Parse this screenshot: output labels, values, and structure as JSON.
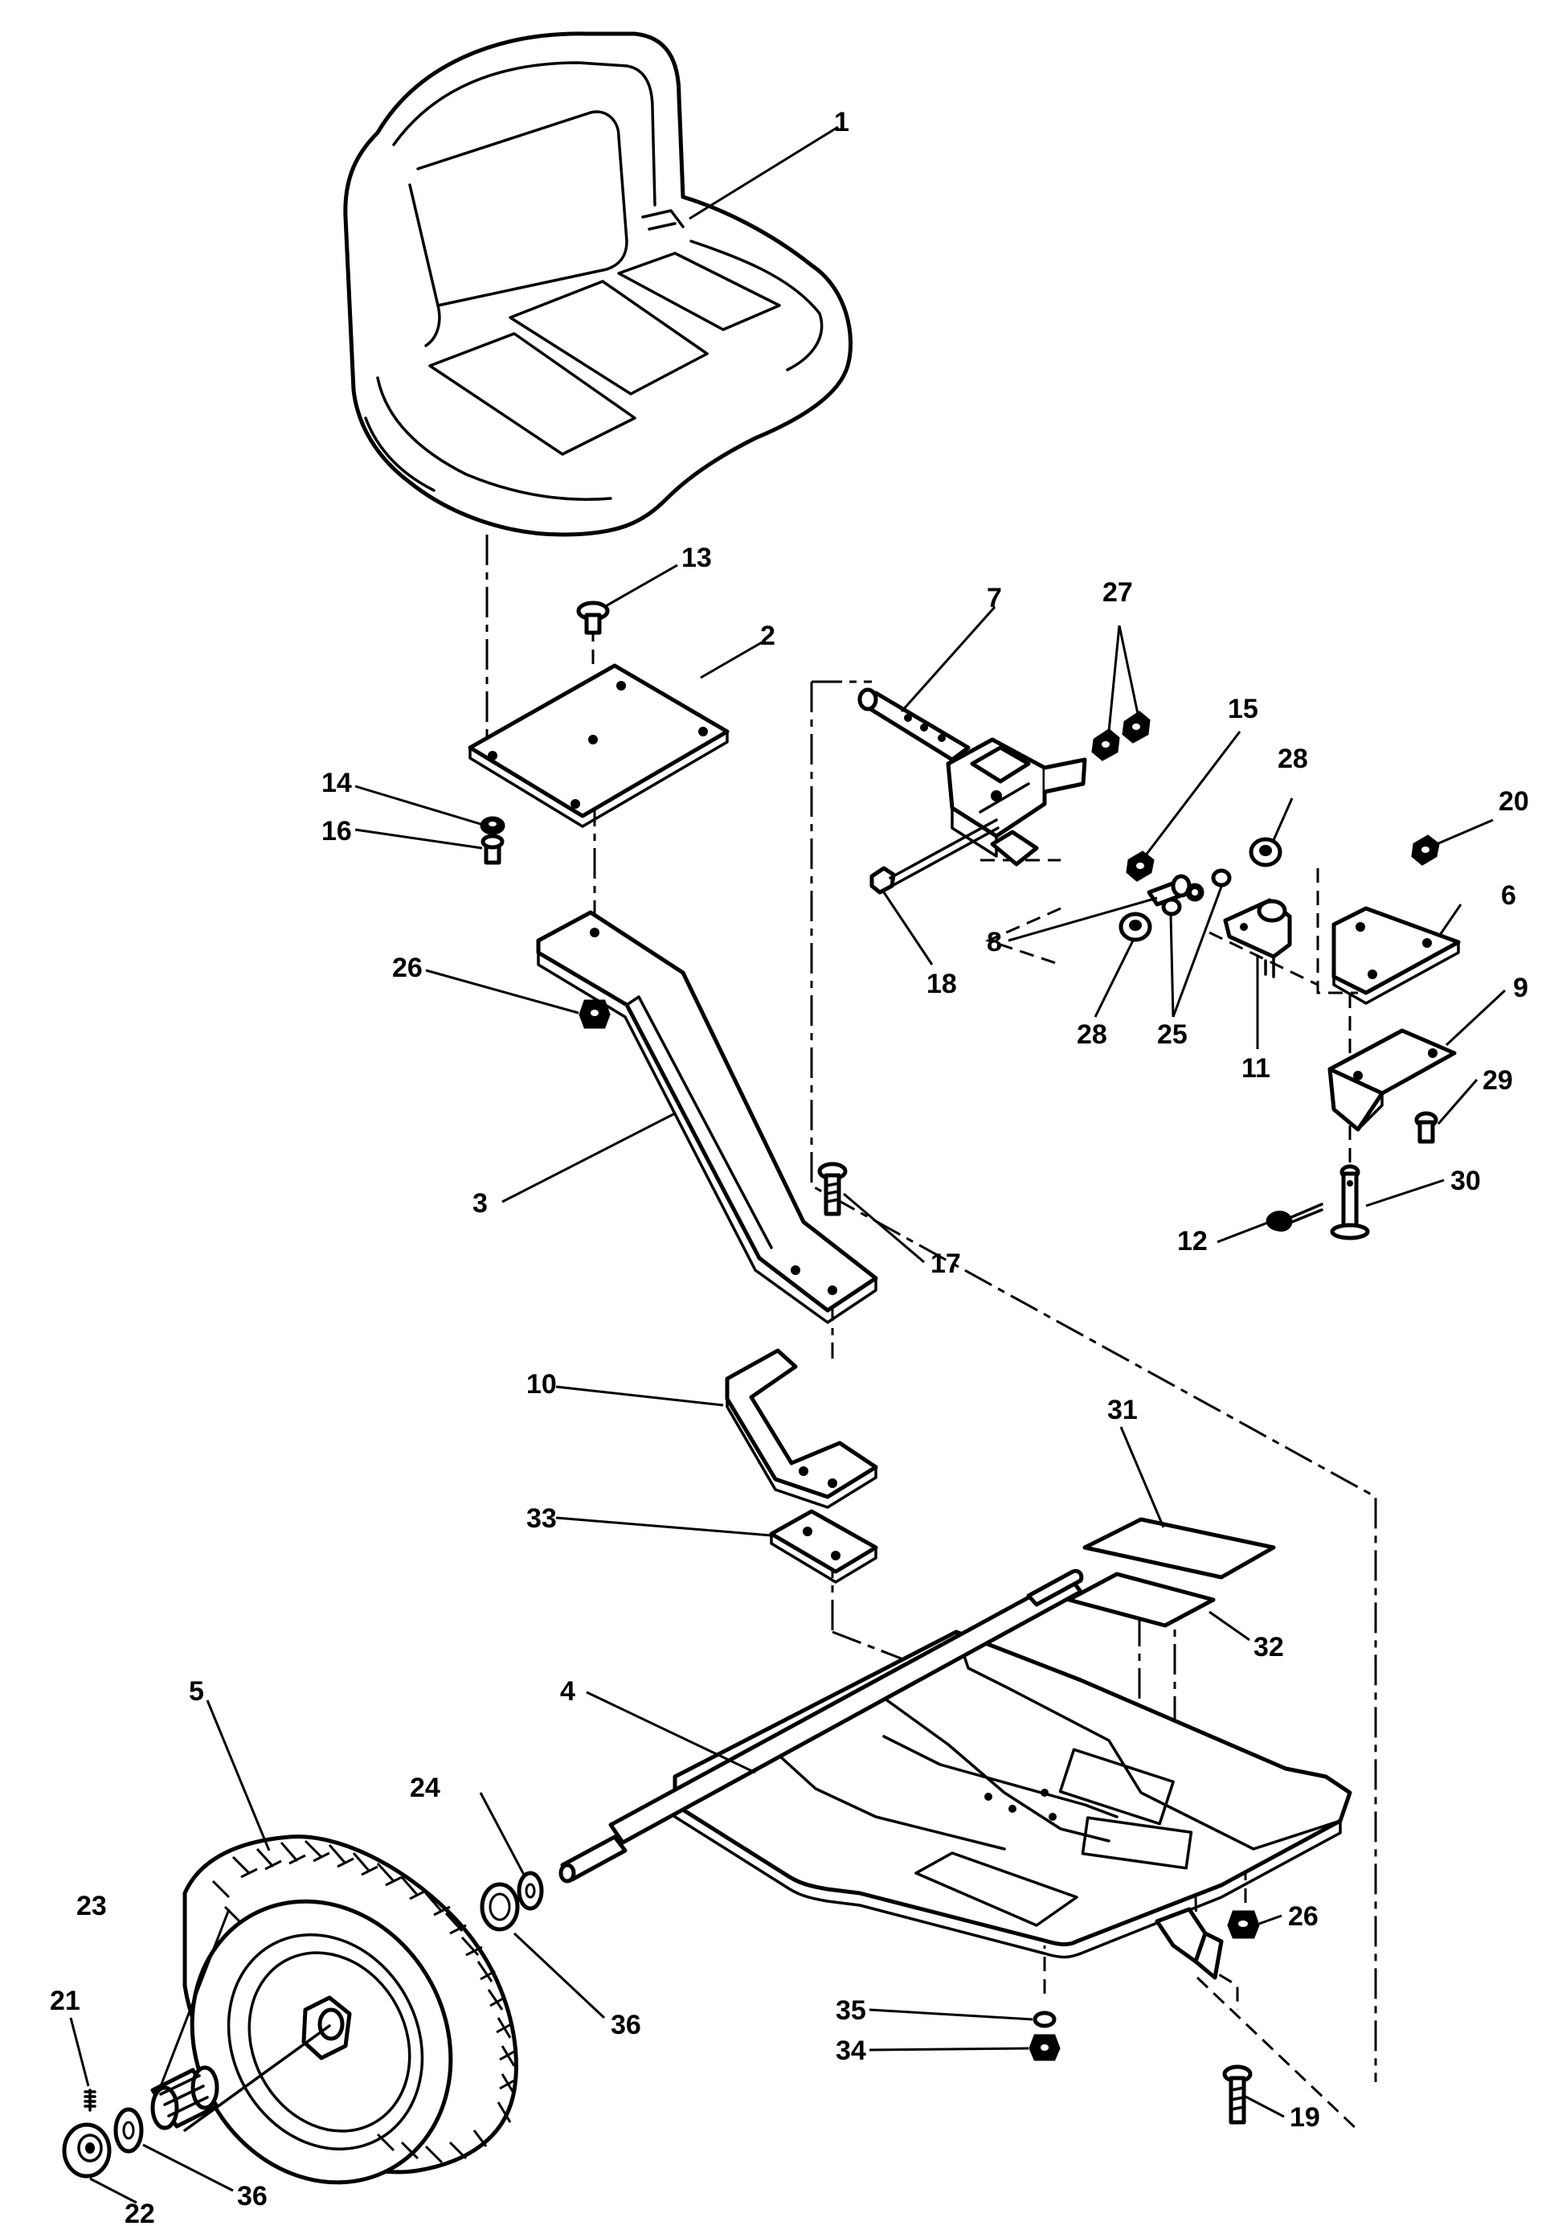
{
  "diagram": {
    "callouts": [
      {
        "id": "c1",
        "label": "1"
      },
      {
        "id": "c2",
        "label": "2"
      },
      {
        "id": "c3",
        "label": "3"
      },
      {
        "id": "c4",
        "label": "4"
      },
      {
        "id": "c5",
        "label": "5"
      },
      {
        "id": "c6",
        "label": "6"
      },
      {
        "id": "c7",
        "label": "7"
      },
      {
        "id": "c8",
        "label": "8"
      },
      {
        "id": "c9",
        "label": "9"
      },
      {
        "id": "c10",
        "label": "10"
      },
      {
        "id": "c11",
        "label": "11"
      },
      {
        "id": "c12",
        "label": "12"
      },
      {
        "id": "c13",
        "label": "13"
      },
      {
        "id": "c14",
        "label": "14"
      },
      {
        "id": "c15",
        "label": "15"
      },
      {
        "id": "c16",
        "label": "16"
      },
      {
        "id": "c17",
        "label": "17"
      },
      {
        "id": "c18",
        "label": "18"
      },
      {
        "id": "c19",
        "label": "19"
      },
      {
        "id": "c20",
        "label": "20"
      },
      {
        "id": "c21",
        "label": "21"
      },
      {
        "id": "c22",
        "label": "22"
      },
      {
        "id": "c23",
        "label": "23"
      },
      {
        "id": "c24",
        "label": "24"
      },
      {
        "id": "c25",
        "label": "25"
      },
      {
        "id": "c26a",
        "label": "26"
      },
      {
        "id": "c26b",
        "label": "26"
      },
      {
        "id": "c27",
        "label": "27"
      },
      {
        "id": "c28a",
        "label": "28"
      },
      {
        "id": "c28b",
        "label": "28"
      },
      {
        "id": "c29",
        "label": "29"
      },
      {
        "id": "c30",
        "label": "30"
      },
      {
        "id": "c31",
        "label": "31"
      },
      {
        "id": "c32",
        "label": "32"
      },
      {
        "id": "c33",
        "label": "33"
      },
      {
        "id": "c34",
        "label": "34"
      },
      {
        "id": "c35",
        "label": "35"
      },
      {
        "id": "c36a",
        "label": "36"
      },
      {
        "id": "c36b",
        "label": "36"
      }
    ]
  }
}
